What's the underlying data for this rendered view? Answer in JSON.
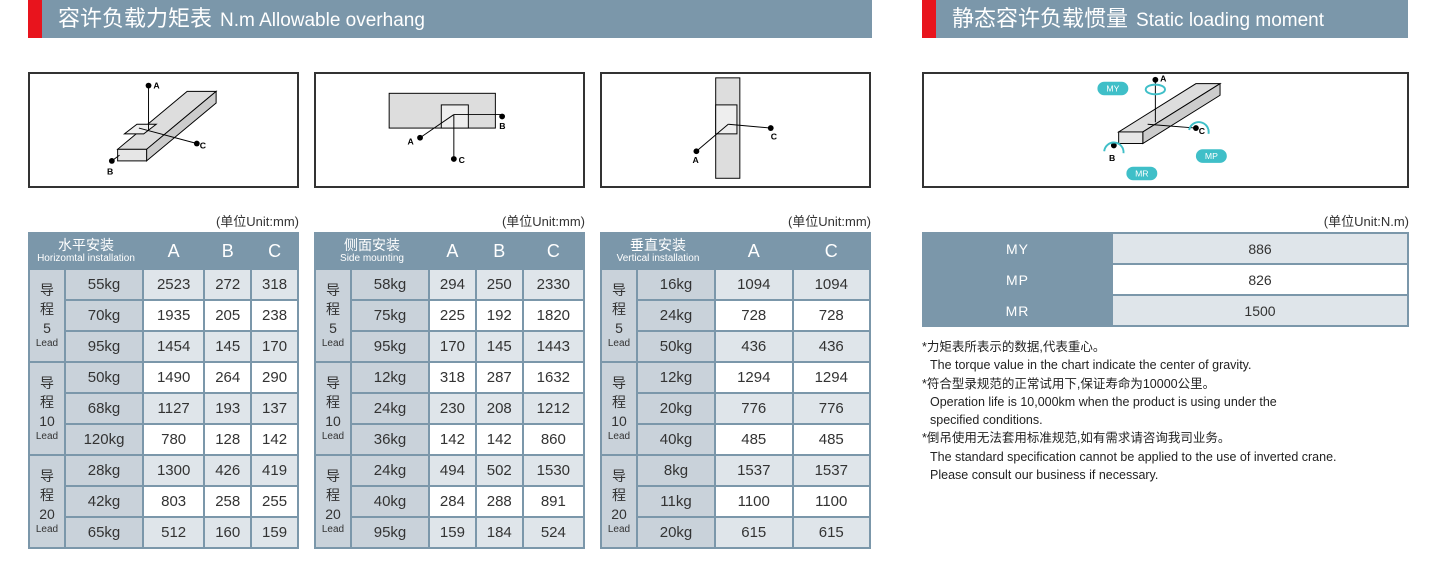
{
  "left_header": {
    "cn": "容许负载力矩表",
    "en": "N.m  Allowable overhang"
  },
  "right_header": {
    "cn": "静态容许负载惯量",
    "en": "Static loading moment"
  },
  "diagram_labels": {
    "a": "A",
    "b": "B",
    "c": "C",
    "my": "MY",
    "mp": "MP",
    "mr": "MR"
  },
  "unit_mm": "(单位Unit:mm)",
  "unit_nm": "(单位Unit:N.m)",
  "lead_label": "Lead",
  "lead_cn": [
    "导",
    "程"
  ],
  "tables": [
    {
      "title_cn": "水平安装",
      "title_en": "Horizomtal installation",
      "cols": [
        "A",
        "B",
        "C"
      ],
      "groups": [
        {
          "lead": "5",
          "rows": [
            [
              "55kg",
              "2523",
              "272",
              "318"
            ],
            [
              "70kg",
              "1935",
              "205",
              "238"
            ],
            [
              "95kg",
              "1454",
              "145",
              "170"
            ]
          ]
        },
        {
          "lead": "10",
          "rows": [
            [
              "50kg",
              "1490",
              "264",
              "290"
            ],
            [
              "68kg",
              "1127",
              "193",
              "137"
            ],
            [
              "120kg",
              "780",
              "128",
              "142"
            ]
          ]
        },
        {
          "lead": "20",
          "rows": [
            [
              "28kg",
              "1300",
              "426",
              "419"
            ],
            [
              "42kg",
              "803",
              "258",
              "255"
            ],
            [
              "65kg",
              "512",
              "160",
              "159"
            ]
          ]
        }
      ]
    },
    {
      "title_cn": "侧面安装",
      "title_en": "Side mounting",
      "cols": [
        "A",
        "B",
        "C"
      ],
      "groups": [
        {
          "lead": "5",
          "rows": [
            [
              "58kg",
              "294",
              "250",
              "2330"
            ],
            [
              "75kg",
              "225",
              "192",
              "1820"
            ],
            [
              "95kg",
              "170",
              "145",
              "1443"
            ]
          ]
        },
        {
          "lead": "10",
          "rows": [
            [
              "12kg",
              "318",
              "287",
              "1632"
            ],
            [
              "24kg",
              "230",
              "208",
              "1212"
            ],
            [
              "36kg",
              "142",
              "142",
              "860"
            ]
          ]
        },
        {
          "lead": "20",
          "rows": [
            [
              "24kg",
              "494",
              "502",
              "1530"
            ],
            [
              "40kg",
              "284",
              "288",
              "891"
            ],
            [
              "95kg",
              "159",
              "184",
              "524"
            ]
          ]
        }
      ]
    },
    {
      "title_cn": "垂直安装",
      "title_en": "Vertical installation",
      "cols": [
        "A",
        "C"
      ],
      "groups": [
        {
          "lead": "5",
          "rows": [
            [
              "16kg",
              "1094",
              "1094"
            ],
            [
              "24kg",
              "728",
              "728"
            ],
            [
              "50kg",
              "436",
              "436"
            ]
          ]
        },
        {
          "lead": "10",
          "rows": [
            [
              "12kg",
              "1294",
              "1294"
            ],
            [
              "20kg",
              "776",
              "776"
            ],
            [
              "40kg",
              "485",
              "485"
            ]
          ]
        },
        {
          "lead": "20",
          "rows": [
            [
              "8kg",
              "1537",
              "1537"
            ],
            [
              "11kg",
              "1100",
              "1100"
            ],
            [
              "20kg",
              "615",
              "615"
            ]
          ]
        }
      ]
    }
  ],
  "moment_table": [
    [
      "MY",
      "886"
    ],
    [
      "MP",
      "826"
    ],
    [
      "MR",
      "1500"
    ]
  ],
  "notes": [
    {
      "cn": "*力矩表所表示的数据,代表重心。",
      "en": [
        "The torque value in the chart indicate the center of gravity."
      ]
    },
    {
      "cn": "*符合型录规范的正常试用下,保证寿命为10000公里。",
      "en": [
        "Operation life is 10,000km when the product is using under the",
        "specified conditions."
      ]
    },
    {
      "cn": "*倒吊使用无法套用标准规范,如有需求请咨询我司业务。",
      "en": [
        "The standard specification cannot be applied to the use of inverted crane.",
        "Please consult our business if necessary."
      ]
    }
  ]
}
